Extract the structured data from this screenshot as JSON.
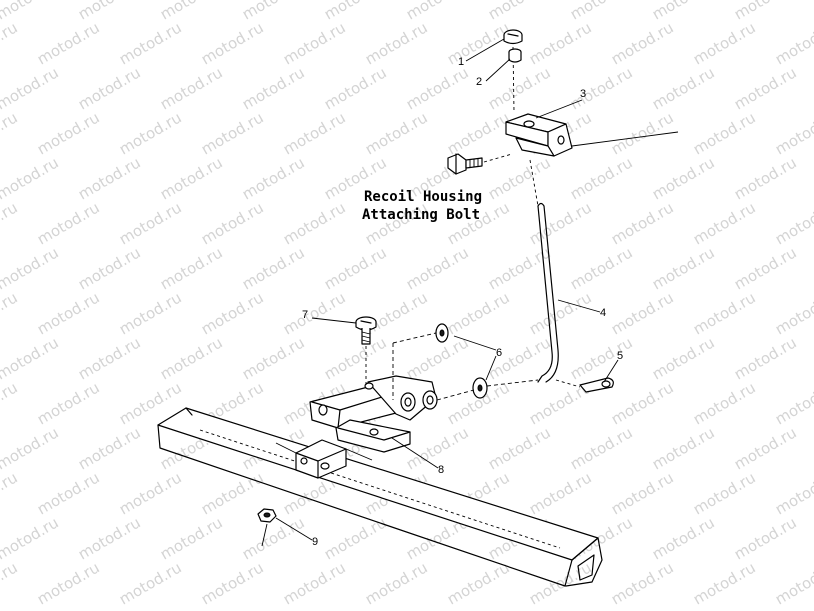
{
  "watermark": "motod.ru",
  "caption": {
    "line1": "Recoil Housing",
    "line2": "Attaching Bolt"
  },
  "callouts": {
    "c1": "1",
    "c2": "2",
    "c3": "3",
    "c4": "4",
    "c5": "5",
    "c6": "6",
    "c7": "7",
    "c8": "8",
    "c9": "9"
  }
}
